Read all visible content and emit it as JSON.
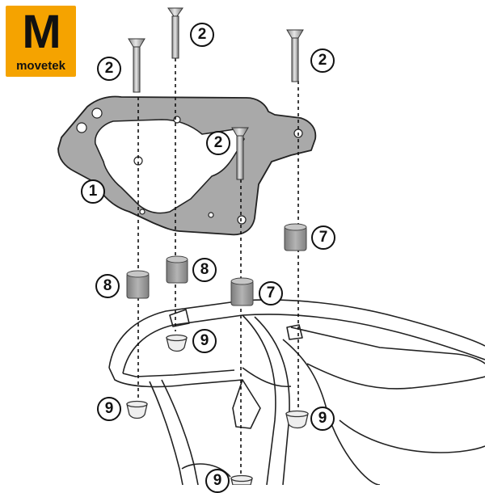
{
  "logo": {
    "letter": "M",
    "brand": "movetek"
  },
  "callouts": {
    "part_1": "1",
    "part_2": "2",
    "part_7": "7",
    "part_8": "8",
    "part_9": "9"
  },
  "colors": {
    "logo_bg": "#f5a300",
    "plate_fill": "#a9a9a9",
    "spacer_fill": "#9a9a9a",
    "line": "#111111"
  }
}
